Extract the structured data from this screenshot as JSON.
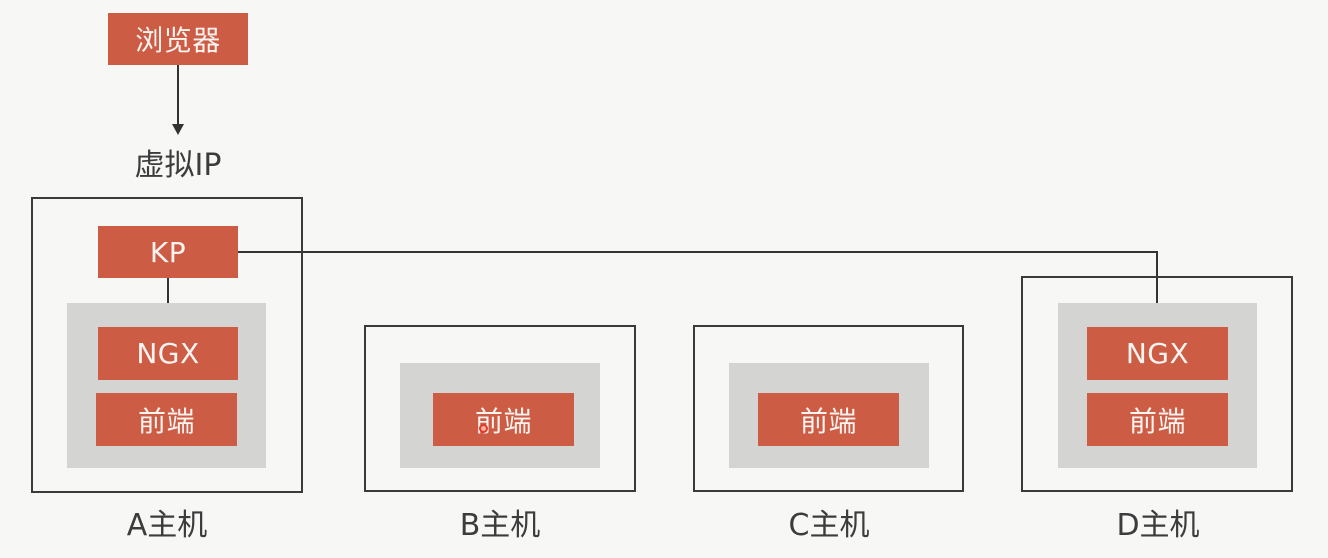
{
  "diagram": {
    "browser": {
      "label": "浏览器"
    },
    "virtual_ip": {
      "label": "虚拟IP"
    },
    "hosts": [
      {
        "name": "A主机",
        "components": [
          "KP",
          "NGX",
          "前端"
        ]
      },
      {
        "name": "B主机",
        "components": [
          "前端"
        ]
      },
      {
        "name": "C主机",
        "components": [
          "前端"
        ]
      },
      {
        "name": "D主机",
        "components": [
          "NGX",
          "前端"
        ]
      }
    ],
    "edges": [
      {
        "from": "浏览器",
        "to": "虚拟IP"
      },
      {
        "from": "A主机.KP",
        "to": "A主机.NGX"
      },
      {
        "from": "A主机.KP",
        "to": "D主机.NGX"
      }
    ],
    "colors": {
      "component_fill": "#cd5c45",
      "component_text": "#fbf4f1",
      "group_fill": "#d4d4d2",
      "host_border": "#3a3a3a",
      "background": "#f7f7f6"
    }
  }
}
